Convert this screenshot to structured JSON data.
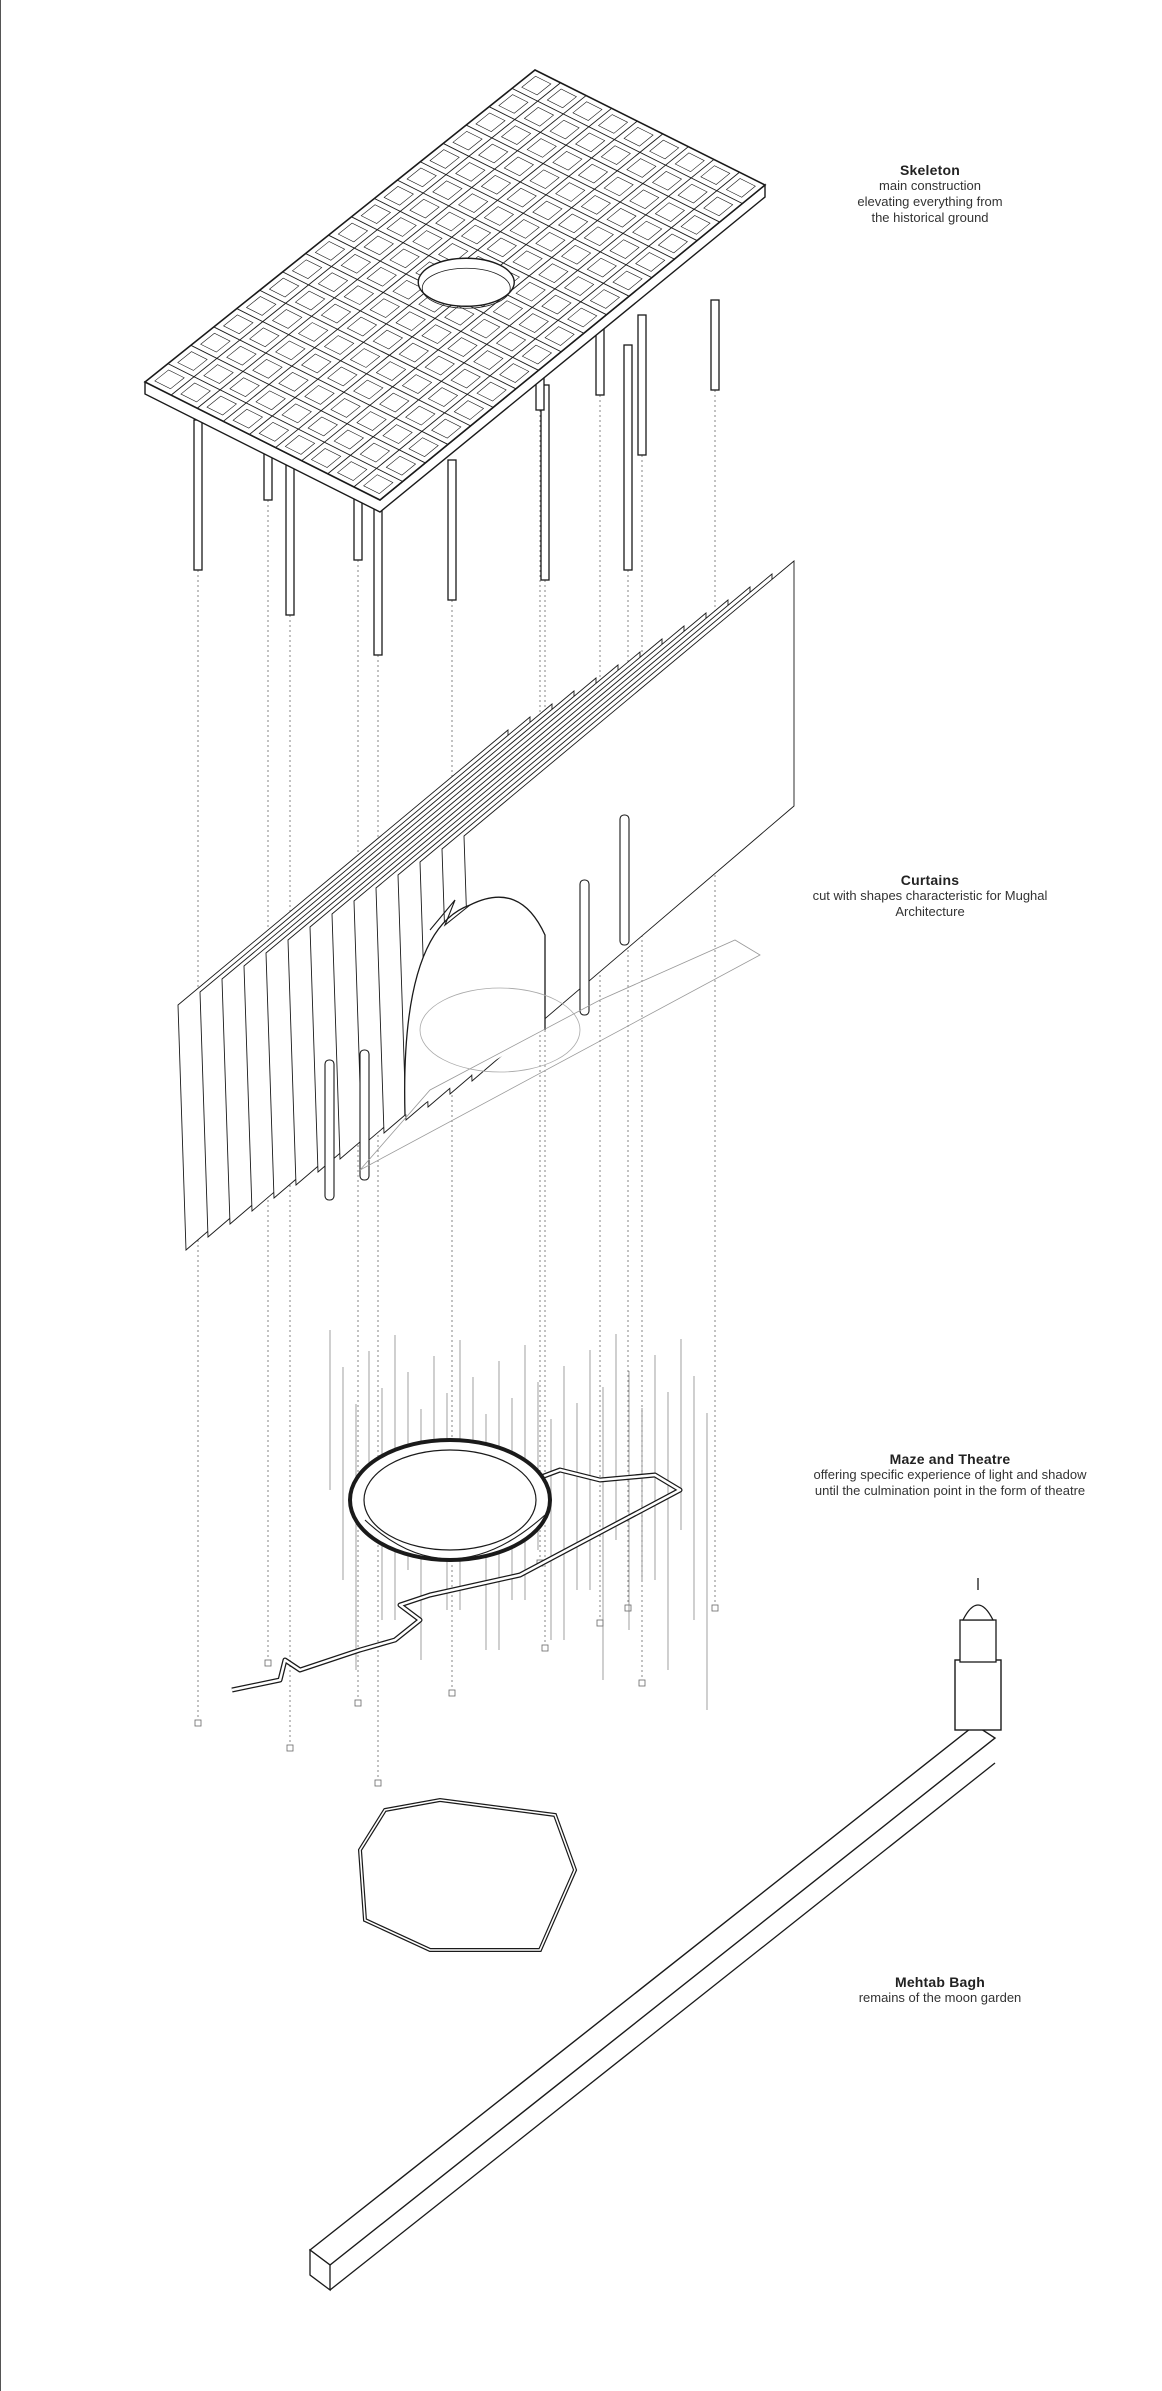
{
  "layers": [
    {
      "id": "skeleton",
      "title": "Skeleton",
      "lines": [
        "main construction",
        "elevating everything from",
        "the historical ground"
      ]
    },
    {
      "id": "curtains",
      "title": "Curtains",
      "lines": [
        "cut with shapes characteristic for Mughal",
        "Architecture"
      ]
    },
    {
      "id": "maze",
      "title": "Maze and Theatre",
      "lines": [
        "offering specific experience of light and shadow",
        "until the culmination point in the form of theatre"
      ]
    },
    {
      "id": "bagh",
      "title": "Mehtab Bagh",
      "lines": [
        "remains of the moon garden"
      ]
    }
  ],
  "colors": {
    "ink": "#1a1a1a",
    "dotted": "#666666",
    "background": "#ffffff"
  }
}
